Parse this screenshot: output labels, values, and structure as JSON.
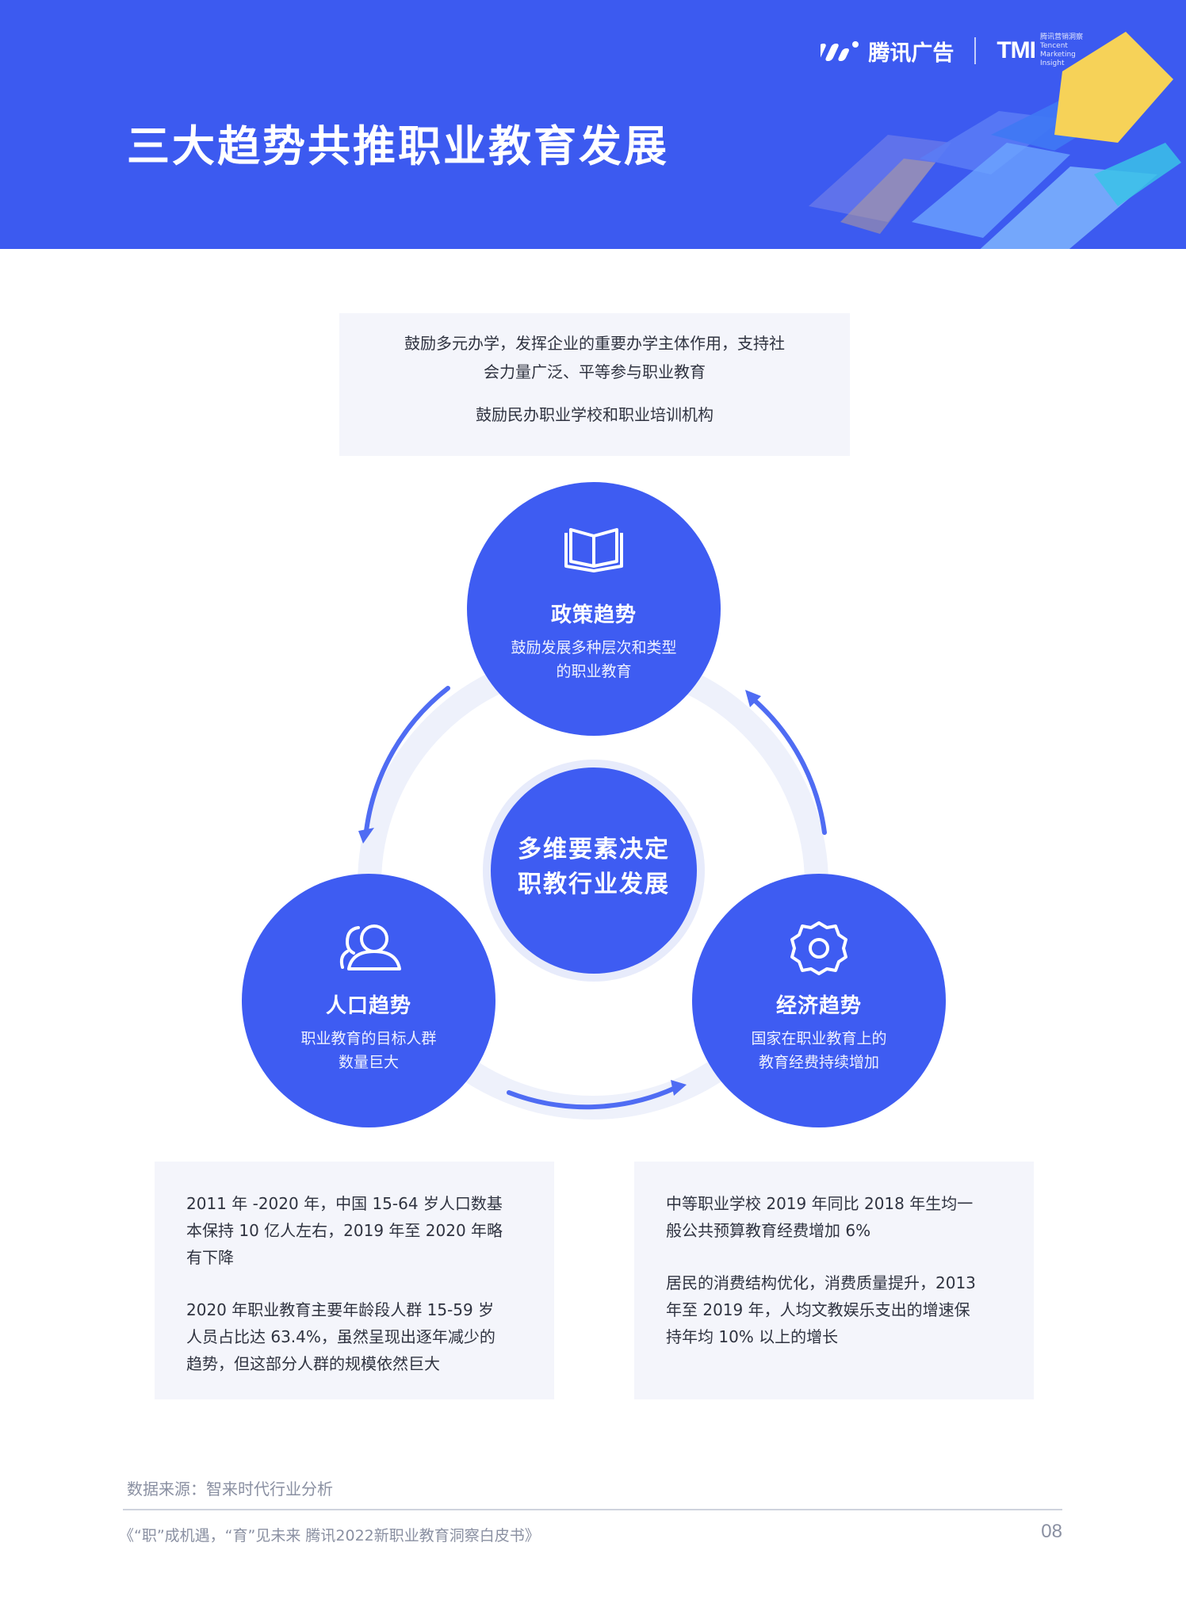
{
  "header": {
    "title": "三大趋势共推职业教育发展",
    "brand_name": "腾讯广告",
    "tmi_mark": "TMI",
    "tmi_sub": "腾讯营销洞察 Tencent Marketing Insight"
  },
  "top_box": {
    "line1": "鼓励多元办学，发挥企业的重要办学主体作用，支持社",
    "line2": "会力量广泛、平等参与职业教育",
    "line3": "鼓励民办职业学校和职业培训机构"
  },
  "center": {
    "line1": "多维要素决定",
    "line2": "职教行业发展"
  },
  "policy": {
    "icon": "book-icon",
    "title": "政策趋势",
    "desc1": "鼓励发展多种层次和类型",
    "desc2": "的职业教育"
  },
  "population": {
    "icon": "users-icon",
    "title": "人口趋势",
    "desc1": "职业教育的目标人群",
    "desc2": "数量巨大"
  },
  "economy": {
    "icon": "gear-icon",
    "title": "经济趋势",
    "desc1": "国家在职业教育上的",
    "desc2": "教育经费持续增加"
  },
  "left_box": {
    "p1_l1": "2011 年 -2020 年，中国 15-64 岁人口数基",
    "p1_l2": "本保持 10 亿人左右，2019 年至 2020 年略",
    "p1_l3": "有下降",
    "p2_l1": "2020 年职业教育主要年龄段人群 15-59 岁",
    "p2_l2": "人员占比达 63.4%，虽然呈现出逐年减少的",
    "p2_l3": "趋势，但这部分人群的规模依然巨大"
  },
  "right_box": {
    "p1_l1": "中等职业学校 2019 年同比 2018 年生均一",
    "p1_l2": "般公共预算教育经费增加 6%",
    "p2_l1": "居民的消费结构优化，消费质量提升，2013",
    "p2_l2": "年至 2019 年，人均文教娱乐支出的增速保",
    "p2_l3": "持年均 10% 以上的增长"
  },
  "source": "数据来源：智来时代行业分析",
  "footer": {
    "text": "《“职”成机遇，“育”见未来 腾讯2022新职业教育洞察白皮书》",
    "page": "08"
  },
  "colors": {
    "primary": "#3c5af0",
    "circle": "#3e5cf2",
    "ring": "#eef1fb",
    "box_bg": "#f4f5fb"
  }
}
